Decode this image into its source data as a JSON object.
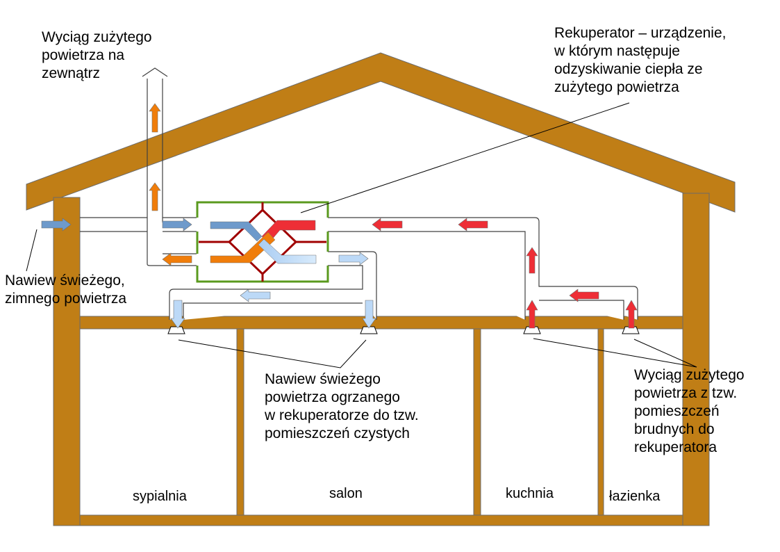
{
  "colors": {
    "wood": "#c07e16",
    "unit_border": "#5a9a1e",
    "exchanger": "#a00000",
    "fresh_cold": "#6e9acb",
    "fresh_warm": "#bcd9f7",
    "stale_warm": "#ee2e36",
    "stale_cool": "#f07d0a"
  },
  "labels": {
    "exhaust_outside": "Wyciąg zużytego\npowietrza na\nzewnątrz",
    "recuperator": "Rekuperator – urządzenie,\nw którym następuje\nodzyskiwanie ciepła ze\nzużytego powietrza",
    "fresh_intake": "Nawiew świeżego,\nzimnego powietrza",
    "clean_rooms_supply": "Nawiew świeżego\npowietrza ogrzanego\nw rekuperatorze do tzw.\npomieszczeń czystych",
    "dirty_rooms_extract": "Wyciąg zużytego\npowietrza z tzw.\npomieszczeń\nbrudnych do\nrekuperatora"
  },
  "rooms": [
    "sypialnia",
    "salon",
    "kuchnia",
    "łazienka"
  ]
}
